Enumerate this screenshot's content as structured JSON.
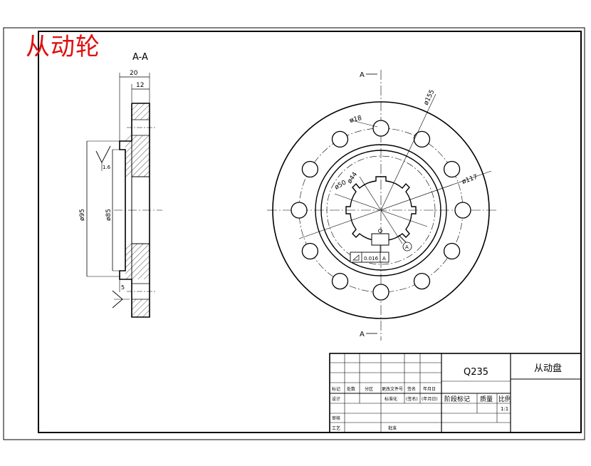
{
  "title_overlay": "从动轮",
  "section_label": "A-A",
  "section_marker": "A",
  "colors": {
    "ink": "#000000",
    "overlay": "#e01010"
  },
  "dims": {
    "width_total": "20",
    "width_hub": "12",
    "dia_outer_left": "ø95",
    "dia_inner_left": "ø85",
    "roughness_value": "1.6",
    "small_dim": "5",
    "dia_155": "ø155",
    "dia_18": "ø18",
    "dia_117": "ø117",
    "dia_50": "ø50",
    "dia_44": "ø44",
    "datum": "A",
    "tolerance_value": "0.016"
  },
  "title_block": {
    "material": "Q235",
    "part_name": "从动盘",
    "row_labels": [
      "标记",
      "处数",
      "分区",
      "更改文件号",
      "签名",
      "年月日"
    ],
    "design": "设计",
    "std": "标准化",
    "sign": "(签名)",
    "date": "(年月日)",
    "stage": "阶段标记",
    "mass": "质量",
    "scale_label": "比例",
    "scale_value": "1:1",
    "review": "审核",
    "process": "工艺",
    "approve": "批准"
  }
}
